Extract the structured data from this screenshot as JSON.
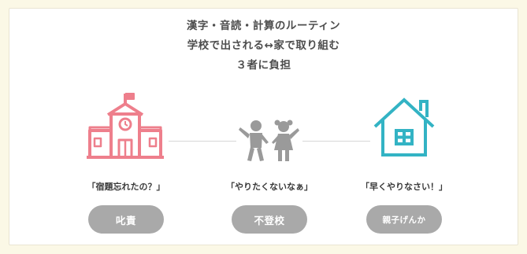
{
  "title_lines": [
    "漢字・音読・計算のルーティン",
    "学校で出される↔家で取り組む",
    "３者に負担"
  ],
  "nodes": [
    {
      "icon": "school-icon",
      "color": "#ee7f8c",
      "quote": "「宿題忘れたの？」",
      "outcome": "叱責"
    },
    {
      "icon": "children-icon",
      "color": "#9a9a9a",
      "quote": "「やりたくないなぁ」",
      "outcome": "不登校"
    },
    {
      "icon": "house-icon",
      "color": "#33b3c4",
      "quote": "「早くやりなさい！」",
      "outcome": "親子げんか"
    }
  ],
  "colors": {
    "background": "#fbf8e6",
    "pill": "#a9a9a9",
    "connector": "#d6d6d6"
  }
}
